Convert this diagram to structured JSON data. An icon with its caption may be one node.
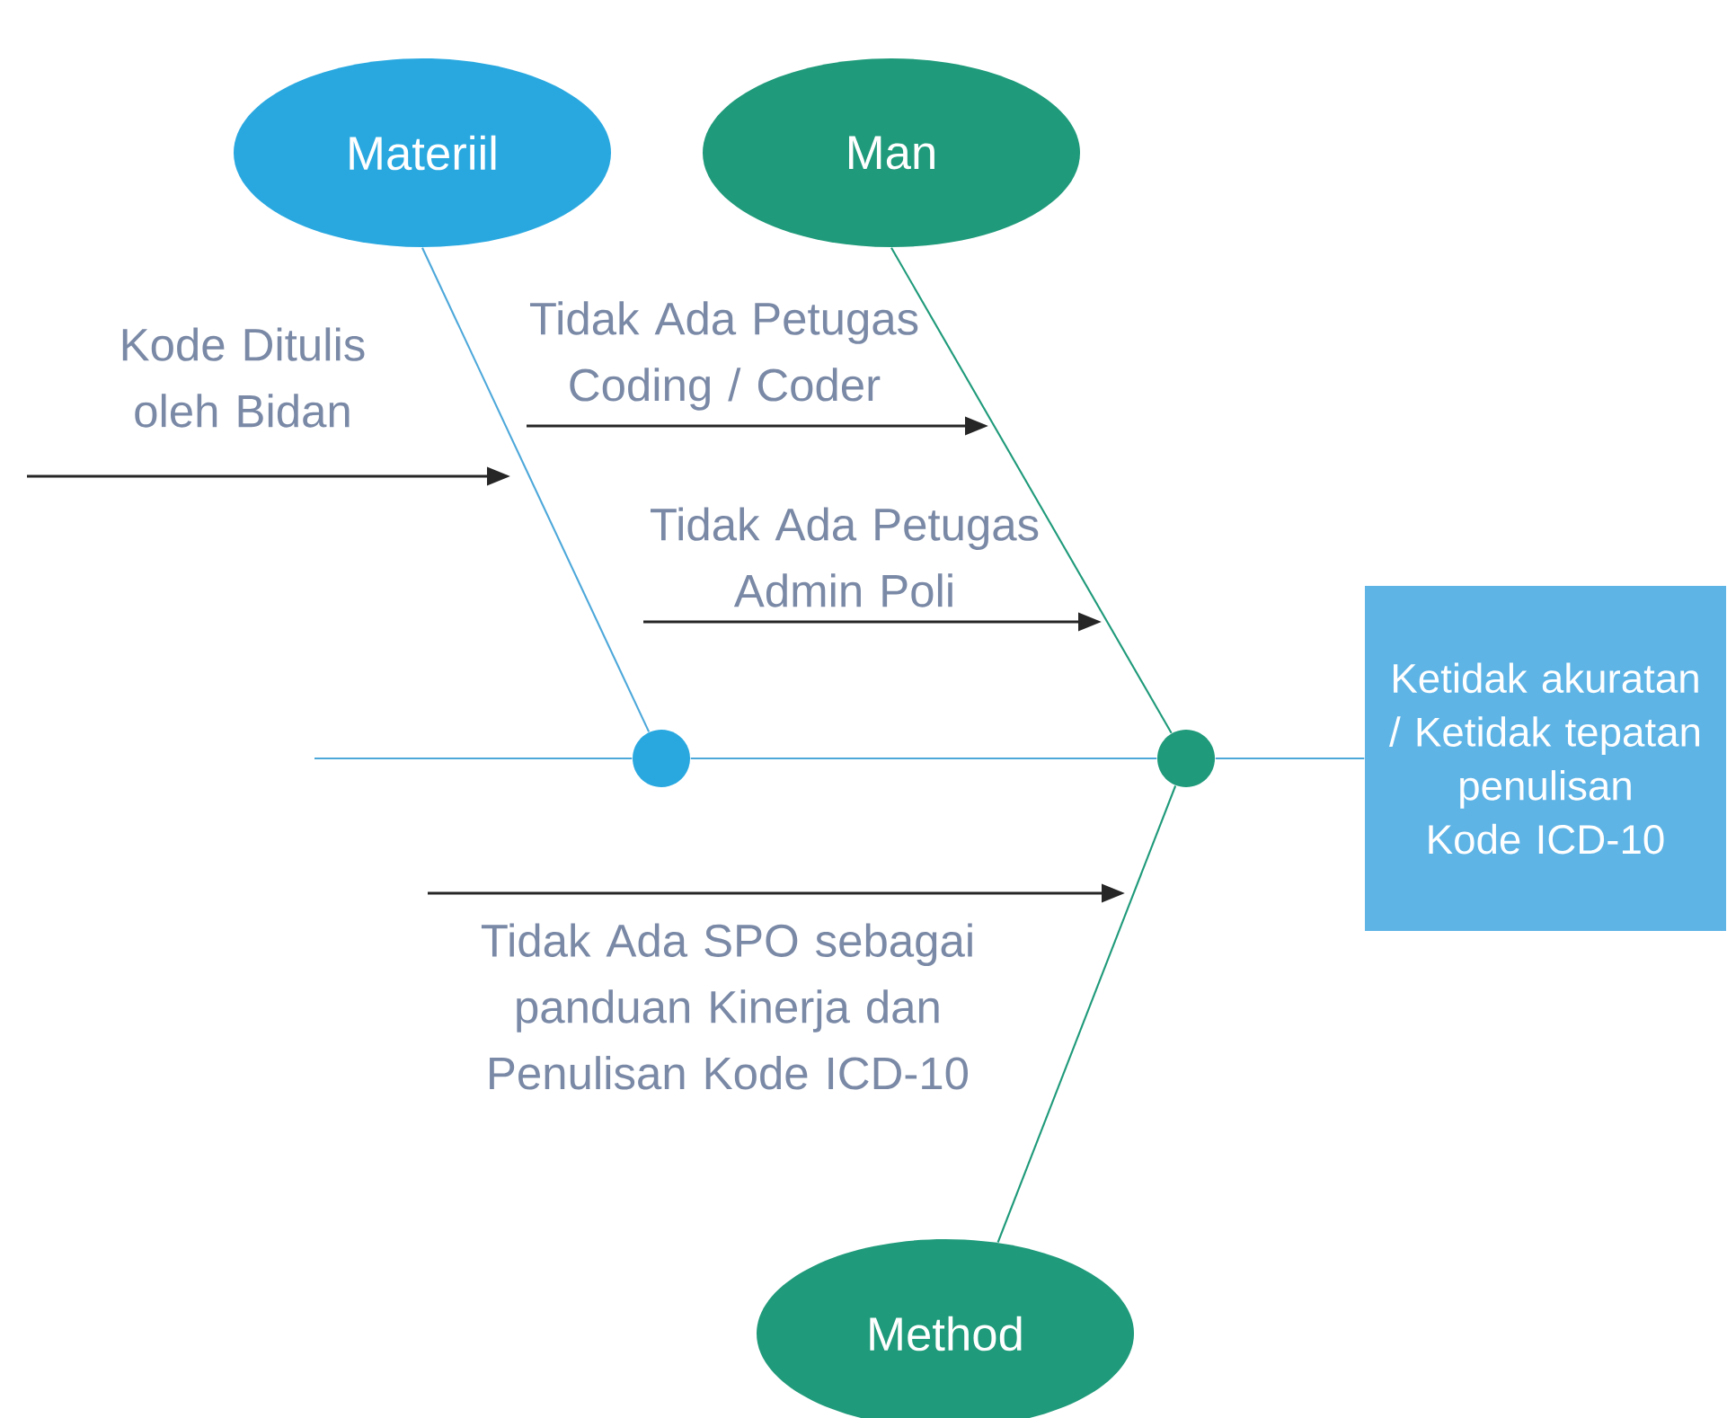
{
  "diagram": {
    "nodes": [
      {
        "text": [
          "Materiil"
        ]
      },
      {
        "text": [
          "Man"
        ]
      },
      {
        "text": [
          "Ketidak akuratan / Ketidak tepatan penulisan Kode ICD-10"
        ]
      },
      {
        "text": [
          "Method"
        ]
      },
      {
        "text": [],
        "shape": "circle"
      },
      {
        "text": [],
        "shape": "circle"
      }
    ],
    "edges": [
      {
        "from": null,
        "to": 4,
        "arrow": "none"
      },
      {
        "from": 4,
        "to": 5,
        "arrow": "none"
      },
      {
        "from": 5,
        "to": 2,
        "arrow": "none"
      },
      {
        "from": 0,
        "to": 4,
        "arrow": "none"
      },
      {
        "from": 1,
        "to": 5,
        "arrow": "none",
        "color": "#1f9a7a"
      },
      {
        "from": 3,
        "to": 5,
        "arrow": "none",
        "color": "#1f9a7a"
      }
    ],
    "labels": [
      "Kode Ditulis oleh Bidan",
      "Tidak Ada Petugas Coding / Coder",
      "Tidak Ada Petugas Admin Poli",
      "Tidak Ada SPO sebagai panduan Kinerja dan Penulisan Kode ICD-10"
    ]
  }
}
